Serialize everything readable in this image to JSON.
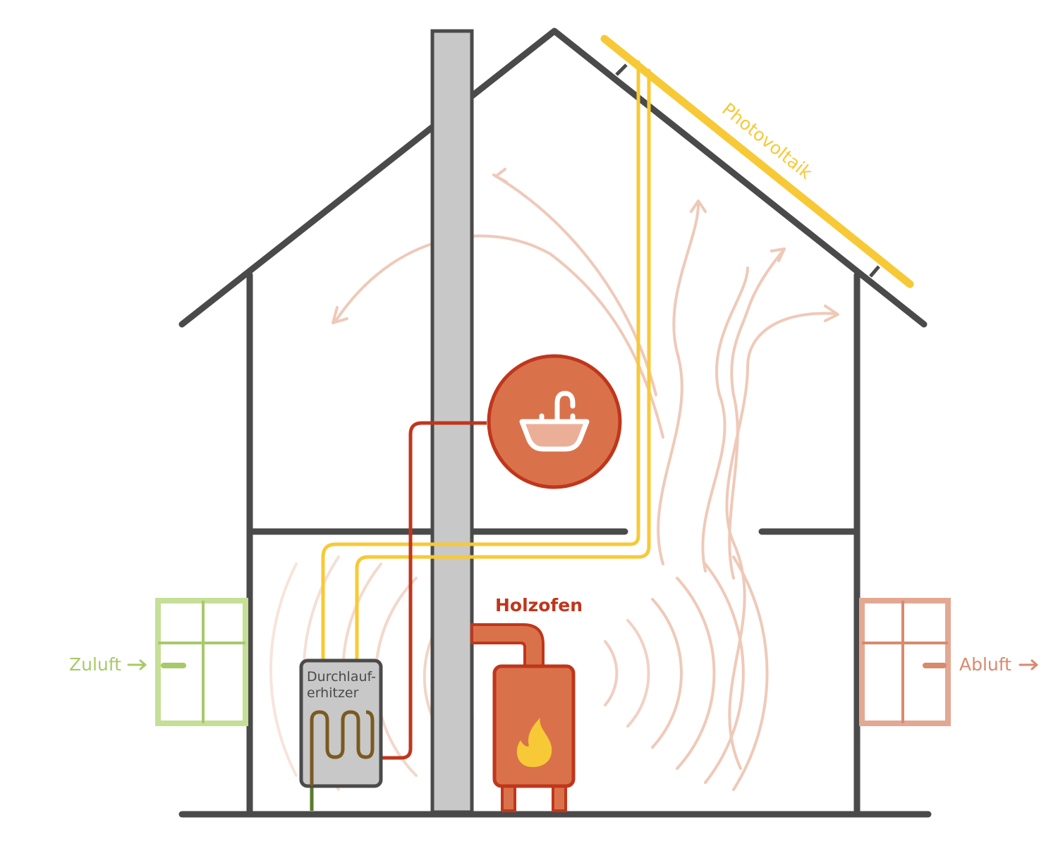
{
  "labels": {
    "photovoltaik": "Photovoltaik",
    "holzofen": "Holzofen",
    "durchlauferhitzer_line1": "Durchlauf-",
    "durchlauferhitzer_line2": "erhitzer",
    "zuluft": "Zuluft",
    "abluft": "Abluft"
  },
  "icons": {
    "sink": "sink-icon",
    "flame": "flame-icon",
    "inlet_arrow": "arrow-right-icon",
    "outlet_arrow": "arrow-right-icon"
  },
  "colors": {
    "structure": "#4a4a4a",
    "chimney": "#c8c8c8",
    "solar": "#f7c936",
    "hot_water": "#c0361c",
    "stove": "#d9724a",
    "heat_waves": "#efc9b8",
    "fresh_air": "#a8c96a",
    "exhaust_air": "#d88a6c",
    "cold_water": "#5a7a2a"
  }
}
